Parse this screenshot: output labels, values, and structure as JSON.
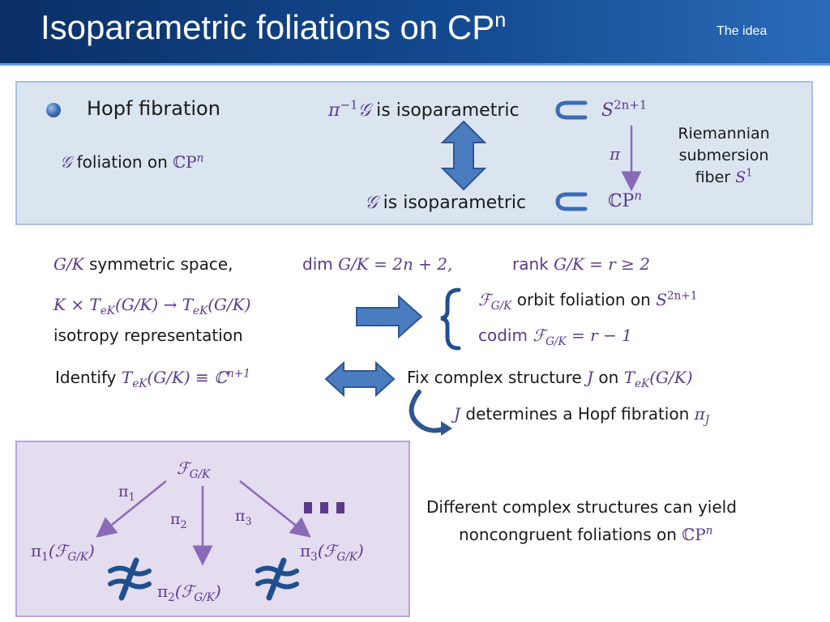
{
  "header": {
    "title": "Isoparametric foliations on CP",
    "title_sup": "n",
    "section": "The idea"
  },
  "top": {
    "bullet_label": "Hopf fibration",
    "pi_inv": "π",
    "pi_inv_exp": "−1",
    "G1": "𝒢",
    "is_iso_1": " is isoparametric",
    "S": "S",
    "S_exp": "2n+1",
    "G2": "𝒢",
    "foliation_on": " foliation on ",
    "CP": "ℂP",
    "CP_exp": "n",
    "G3": "𝒢",
    "is_iso_2": " is isoparametric",
    "CP2": "ℂP",
    "CP2_exp": "n",
    "pi": "π",
    "riem_line1": "Riemannian",
    "riem_line2": "submersion",
    "riem_line3": "fiber ",
    "fiber_S": "S",
    "fiber_exp": "1"
  },
  "middle": {
    "sym_GK": "G/K",
    "sym_text": " symmetric space,",
    "dim_text": "dim",
    "dim_math": " G/K = 2n + 2,",
    "rank_text": "rank",
    "rank_math": " G/K = r ≥ 2",
    "iso_math": "K × T",
    "iso_sub": "eK",
    "iso_math2": "(G/K) → T",
    "iso_sub2": "eK",
    "iso_math3": "(G/K)",
    "iso_label": "isotropy representation",
    "orbit_F": "ℱ",
    "orbit_sub": "G/K",
    "orbit_text": " orbit foliation on ",
    "orbit_S": "S",
    "orbit_exp": "2n+1",
    "codim_text": "codim",
    "codim_F": " ℱ",
    "codim_sub": "G/K",
    "codim_math": " = r − 1",
    "identify_text": "Identify ",
    "identify_T": "T",
    "identify_sub": "eK",
    "identify_math": "(G/K) ≡ ℂ",
    "identify_exp": "n+1",
    "fix_text": "Fix complex structure ",
    "fix_J": "J",
    "fix_on": " on ",
    "fix_T": "T",
    "fix_sub": "eK",
    "fix_math": "(G/K)",
    "det_J": "J",
    "det_text": " determines a Hopf fibration ",
    "det_pi": "π",
    "det_sub": "J"
  },
  "diagram": {
    "F": "ℱ",
    "F_sub": "G/K",
    "pi1": "π",
    "pi1_sub": "1",
    "pi2": "π",
    "pi2_sub": "2",
    "pi3": "π",
    "pi3_sub": "3",
    "img1": "π",
    "img1_sub": "1",
    "img1_F": "(ℱ",
    "img1_Fsub": "G/K",
    "img1_close": ")",
    "img2": "π",
    "img2_sub": "2",
    "img2_F": "(ℱ",
    "img2_Fsub": "G/K",
    "img2_close": ")",
    "img3": "π",
    "img3_sub": "3",
    "img3_F": "(ℱ",
    "img3_Fsub": "G/K",
    "img3_close": ")"
  },
  "conclusion": {
    "line1": "Different complex structures can yield",
    "line2": "noncongruent foliations on ",
    "CP": "ℂP",
    "CP_exp": "n"
  },
  "colors": {
    "header_dark": "#0b2f66",
    "header_light": "#2a6bb8",
    "top_box_bg": "#dbe5f0",
    "bottom_box_bg": "#e4dcef",
    "math": "#5b3a8c",
    "arrow_blue": "#4a7cc0",
    "arrow_purple": "#8a6ab8",
    "ncong_blue": "#1f4f8f"
  }
}
